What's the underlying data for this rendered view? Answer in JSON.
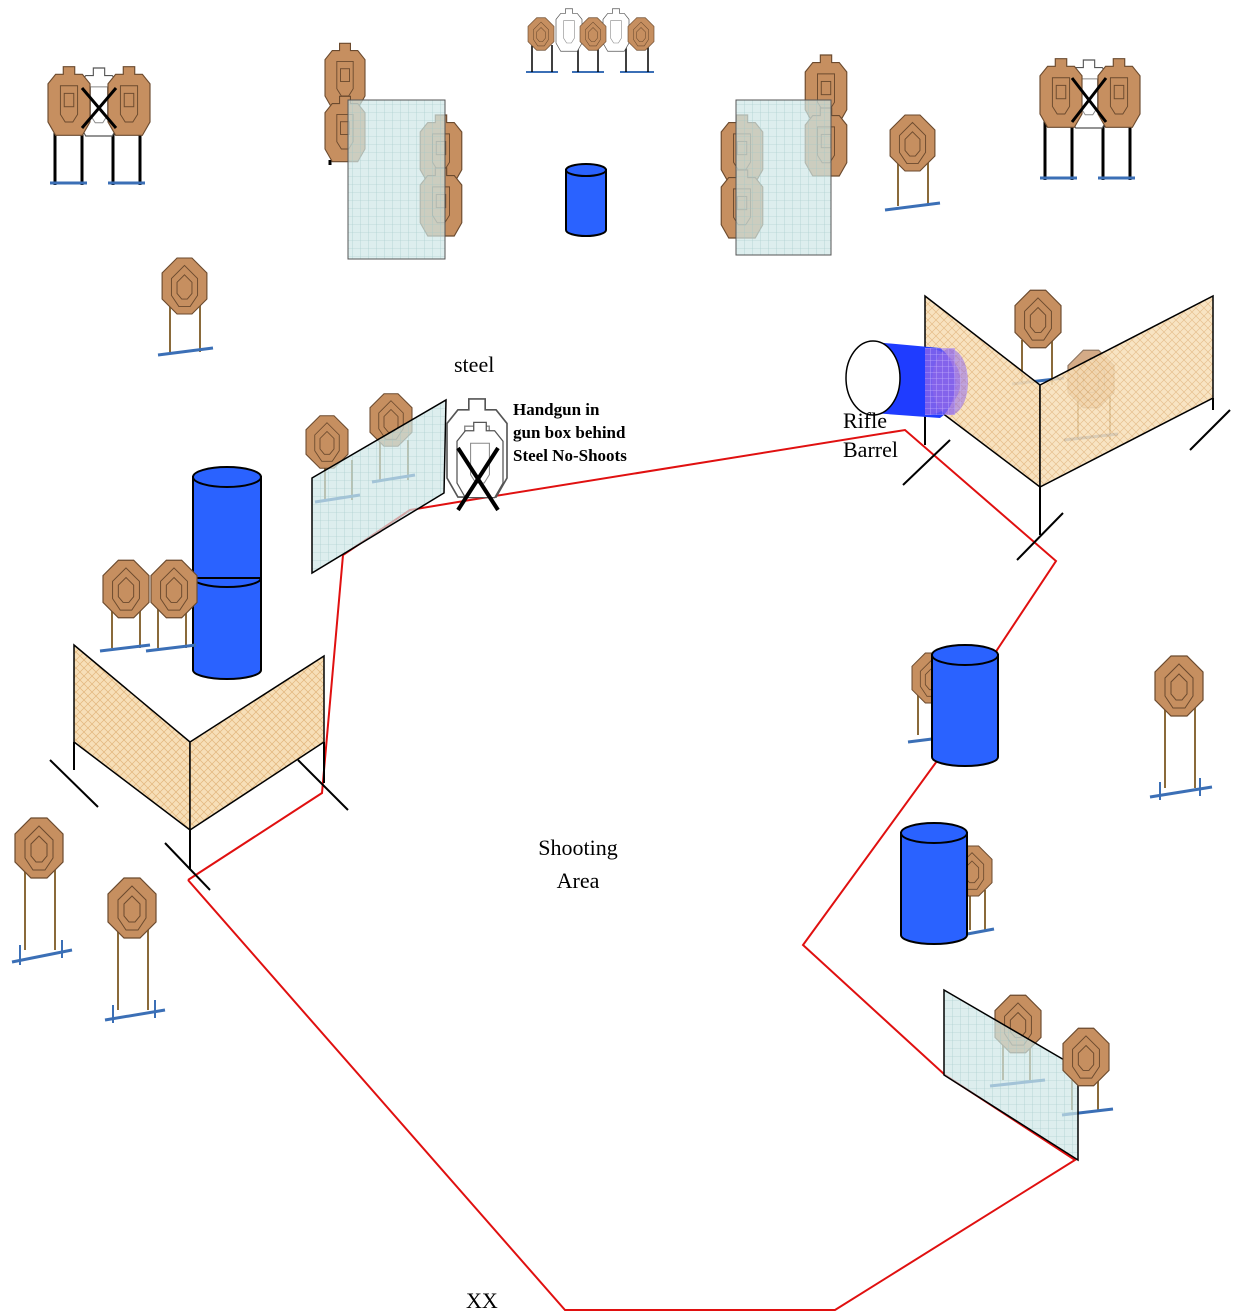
{
  "colors": {
    "target_fill": "#c68f60",
    "target_stroke": "#6b4a2e",
    "barrel_blue": "#2a62ff",
    "barrel_dark": "#0b2fb3",
    "boundary_red": "#e01010",
    "stand_blue": "#3b6fb6",
    "mesh_panel": "#f6dcb3",
    "glass_panel": "#d5ecec"
  },
  "labels": {
    "steel": "steel",
    "handgun_line1": "Handgun in",
    "handgun_line2": "gun box behind",
    "handgun_line3": "Steel No-Shoots",
    "rifle": "Rifle",
    "barrel": "Barrel",
    "shooting_line1": "Shooting",
    "shooting_line2": "Area",
    "start": "XX"
  },
  "icons": {
    "target": "paper-target-icon",
    "no_shoot": "no-shoot-target-icon",
    "barrel": "barrel-icon",
    "mesh_wall": "mesh-wall-icon",
    "glass_wall": "hard-cover-panel-icon",
    "rifle_tube": "rifle-barrel-tube-icon"
  }
}
